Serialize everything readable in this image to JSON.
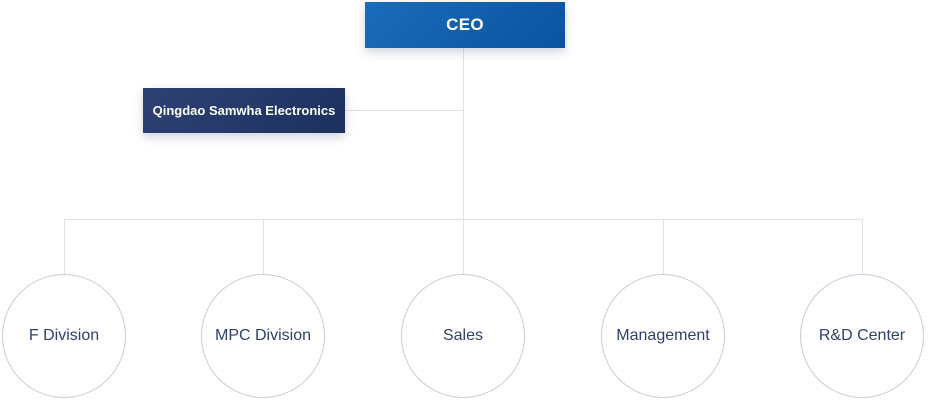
{
  "org_chart": {
    "root": {
      "label": "CEO"
    },
    "affiliate": {
      "label": "Qingdao Samwha Electronics"
    },
    "divisions": [
      {
        "label": "F Division"
      },
      {
        "label": "MPC Division"
      },
      {
        "label": "Sales"
      },
      {
        "label": "Management"
      },
      {
        "label": "R&D Center"
      }
    ],
    "colors": {
      "ceo_gradient_start": "#1a6cba",
      "ceo_gradient_end": "#0a53a2",
      "affiliate_gradient_start": "#2d4274",
      "affiliate_gradient_end": "#1d3160",
      "connector_line": "#e0e2e7",
      "circle_border": "#c7cdd9",
      "circle_text": "#32406e",
      "box_text": "#ffffff",
      "background": "#ffffff"
    }
  }
}
